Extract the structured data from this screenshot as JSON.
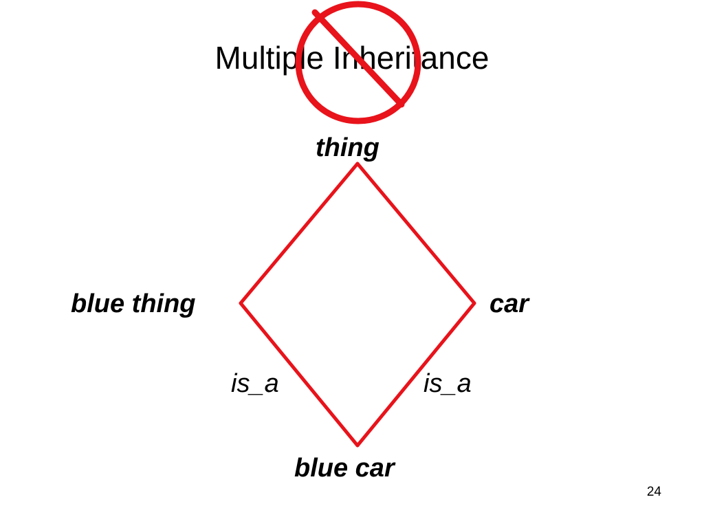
{
  "slide": {
    "title": "Multiple Inheritance",
    "page_number": "24"
  },
  "diagram": {
    "nodes": {
      "top": "thing",
      "left": "blue thing",
      "right": "car",
      "bottom": "blue car"
    },
    "edge_labels": {
      "left": "is_a",
      "right": "is_a"
    },
    "colors": {
      "edges": "#e8131b",
      "prohibition_sign": "#e8131b",
      "text": "#000000",
      "background": "#ffffff"
    },
    "icons": {
      "prohibition": "no-sign-icon"
    }
  }
}
